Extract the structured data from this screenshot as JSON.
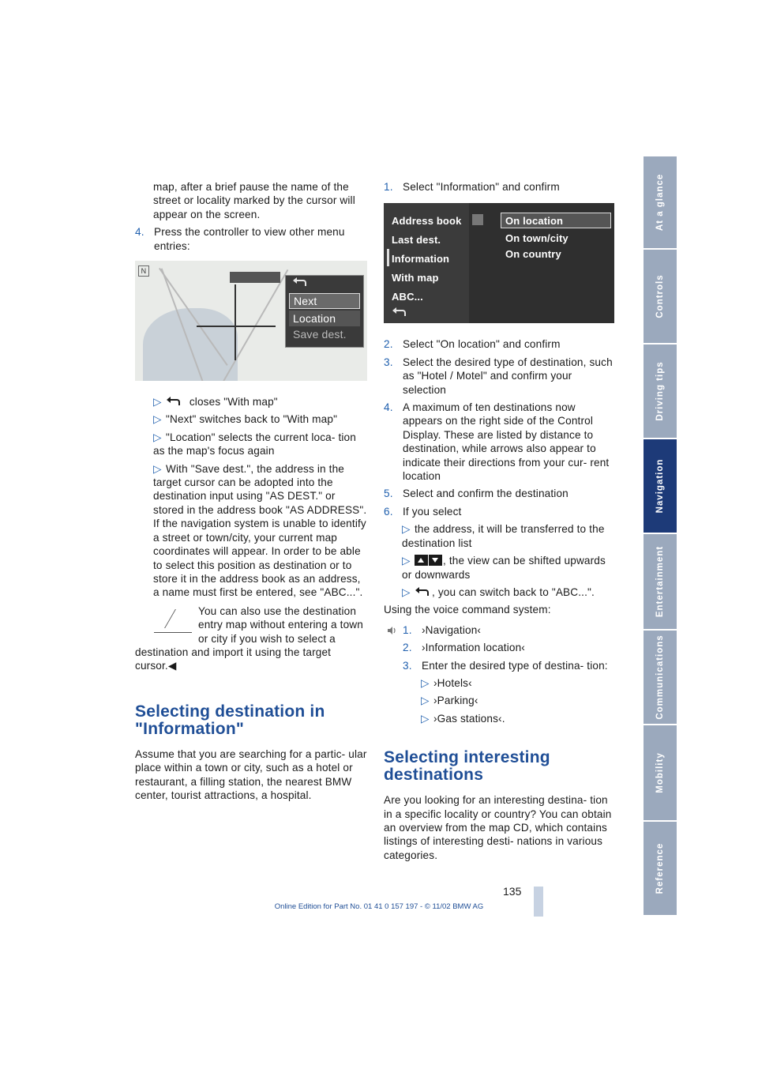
{
  "left": {
    "intro": "map, after a brief pause the name of the street or locality marked by the cursor will appear on the screen.",
    "step4_num": "4.",
    "step4": "Press the controller to view other menu entries:",
    "menu1": [
      "Next",
      "Location",
      "Save dest."
    ],
    "b1": "closes \"With map\"",
    "b2": "\"Next\" switches back to \"With map\"",
    "b3": "\"Location\" selects the current loca- tion as the map's focus again",
    "b4": "With \"Save dest.\", the address in the target cursor can be adopted into the destination input using \"AS DEST.\" or stored in the address book \"AS ADDRESS\". If the navigation system is unable to identify a street or town/city, your current map coordinates will appear. In order to be able to select this position as destination or to store it in the address book as an address, a name must first be entered, see \"ABC...\".",
    "note": "You can also use the destination entry map without entering a town or city if you wish to select a destination and import it using the target cursor.",
    "note_end": "◀",
    "heading": "Selecting destination in \"Information\"",
    "para": "Assume that you are searching for a partic- ular place within a town or city, such as a hotel or restaurant, a filling station, the nearest BMW center, tourist attractions, a hospital."
  },
  "right": {
    "s1": "Select \"Information\" and confirm",
    "menu_left": [
      "Address book",
      "Last dest.",
      "Information",
      "With map",
      "ABC..."
    ],
    "menu_right": [
      "On location",
      "On town/city",
      "On country"
    ],
    "s2": "Select \"On location\" and confirm",
    "s3": "Select the desired type of destination, such as \"Hotel / Motel\" and confirm your selection",
    "s4": "A maximum of ten destinations now appears on the right side of the Control Display. These are listed by distance to destination, while arrows also appear to indicate their directions from your cur- rent location",
    "s5": "Select and confirm the destination",
    "s6": "If you select",
    "r1": "the address, it will be transferred to the destination list",
    "r2": ", the view can be shifted upwards or downwards",
    "r3": ", you can switch back to \"ABC...\".",
    "voice_intro": "Using the voice command system:",
    "v1": "›Navigation‹",
    "v2": "›Information location‹",
    "v3": "Enter the desired type of destina- tion:",
    "vb1": "›Hotels‹",
    "vb2": "›Parking‹",
    "vb3": "›Gas stations‹.",
    "heading": "Selecting interesting destinations",
    "para": "Are you looking for an interesting destina- tion in a specific locality or country? You can obtain an overview from the map CD, which contains listings of interesting desti- nations in various categories."
  },
  "nums": [
    "1.",
    "2.",
    "3.",
    "4.",
    "5.",
    "6."
  ],
  "bullet_symbol": "▷",
  "tabs": [
    "At a glance",
    "Controls",
    "Driving tips",
    "Navigation",
    "Entertainment",
    "Communications",
    "Mobility",
    "Reference"
  ],
  "page_number": "135",
  "footer": "Online Edition for Part No. 01 41 0 157 197 - © 11/02 BMW AG",
  "colors": {
    "accent": "#1f5fae",
    "tab": "#9ba9bd",
    "tab_active": "#1d3a78"
  }
}
